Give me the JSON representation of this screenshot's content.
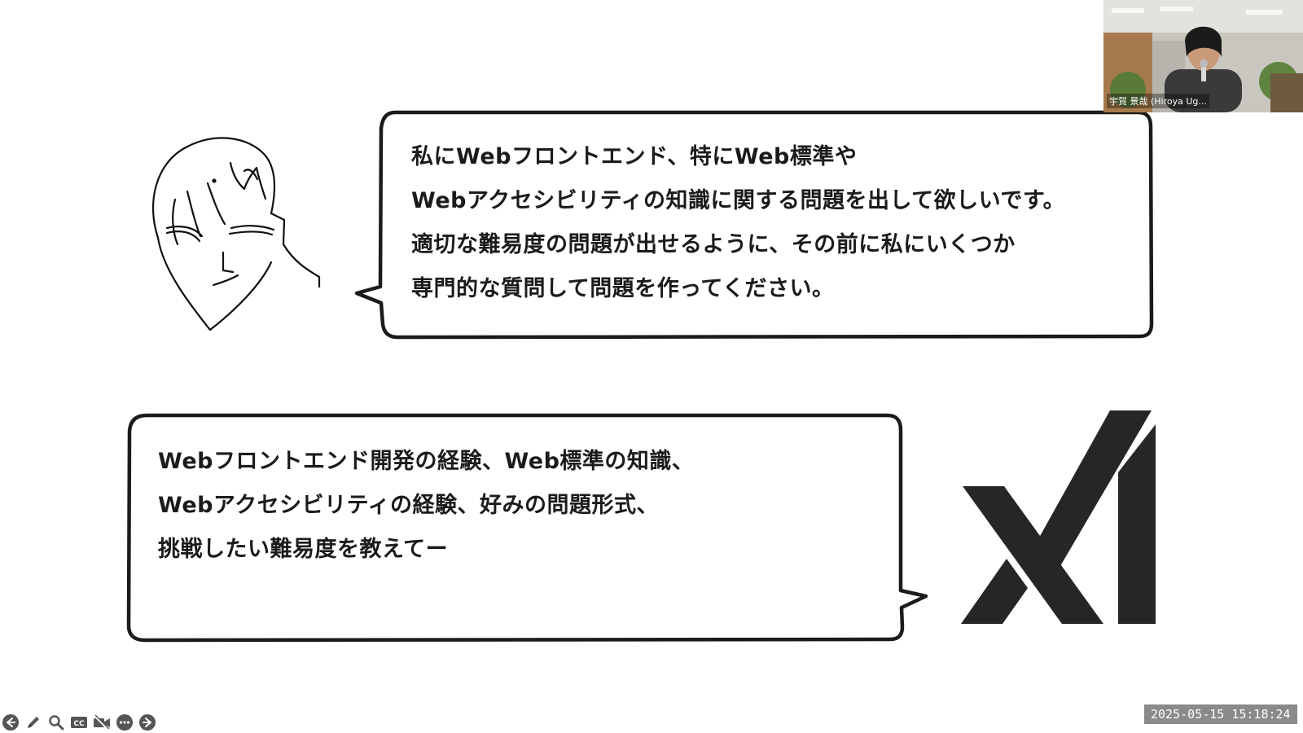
{
  "slide": {
    "user_bubble": {
      "lines": [
        "私にWebフロントエンド、特にWeb標準や",
        "Webアクセシビリティの知識に関する問題を出して欲しいです。",
        "適切な難易度の問題が出せるように、その前に私にいくつか",
        "専門的な質問して問題を作ってください。"
      ]
    },
    "ai_bubble": {
      "lines": [
        "Webフロントエンド開発の経験、Web標準の知識、",
        "Webアクセシビリティの経験、好みの問題形式、",
        "挑戦したい難易度を教えてー"
      ]
    }
  },
  "webcam": {
    "participant_name": "宇賀 景哉 (Hiroya Ug..."
  },
  "toolbar": {
    "icons": [
      "previous-icon",
      "pen-icon",
      "zoom-icon",
      "captions-icon",
      "camera-off-icon",
      "more-icon",
      "next-icon"
    ]
  },
  "timestamp": "2025-05-15  15:18:24",
  "colors": {
    "ink": "#1e1e1e",
    "timestamp_bg": "#8a8a8a"
  }
}
